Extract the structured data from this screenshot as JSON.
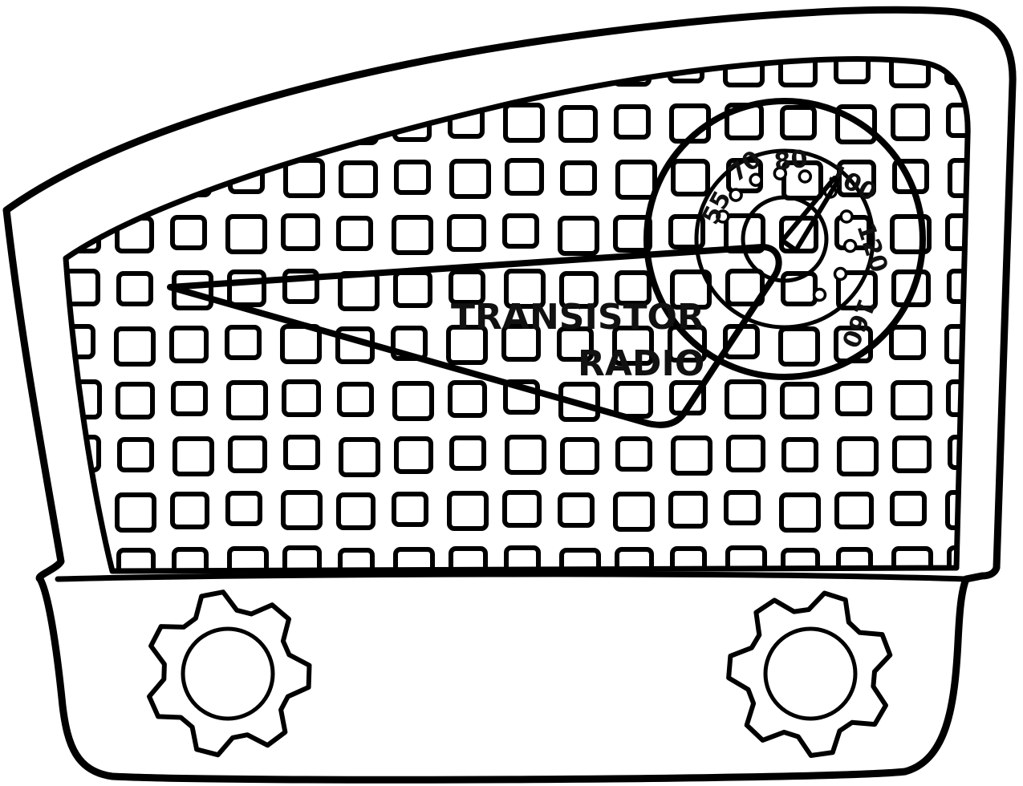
{
  "illustration": {
    "brand_line1": "TRANSISTOR",
    "brand_line2": "RADIO",
    "dial_numbers": [
      "55",
      "70",
      "80",
      "100",
      "120",
      "160"
    ],
    "colors": {
      "ink": "#000000",
      "paper": "#ffffff"
    }
  }
}
